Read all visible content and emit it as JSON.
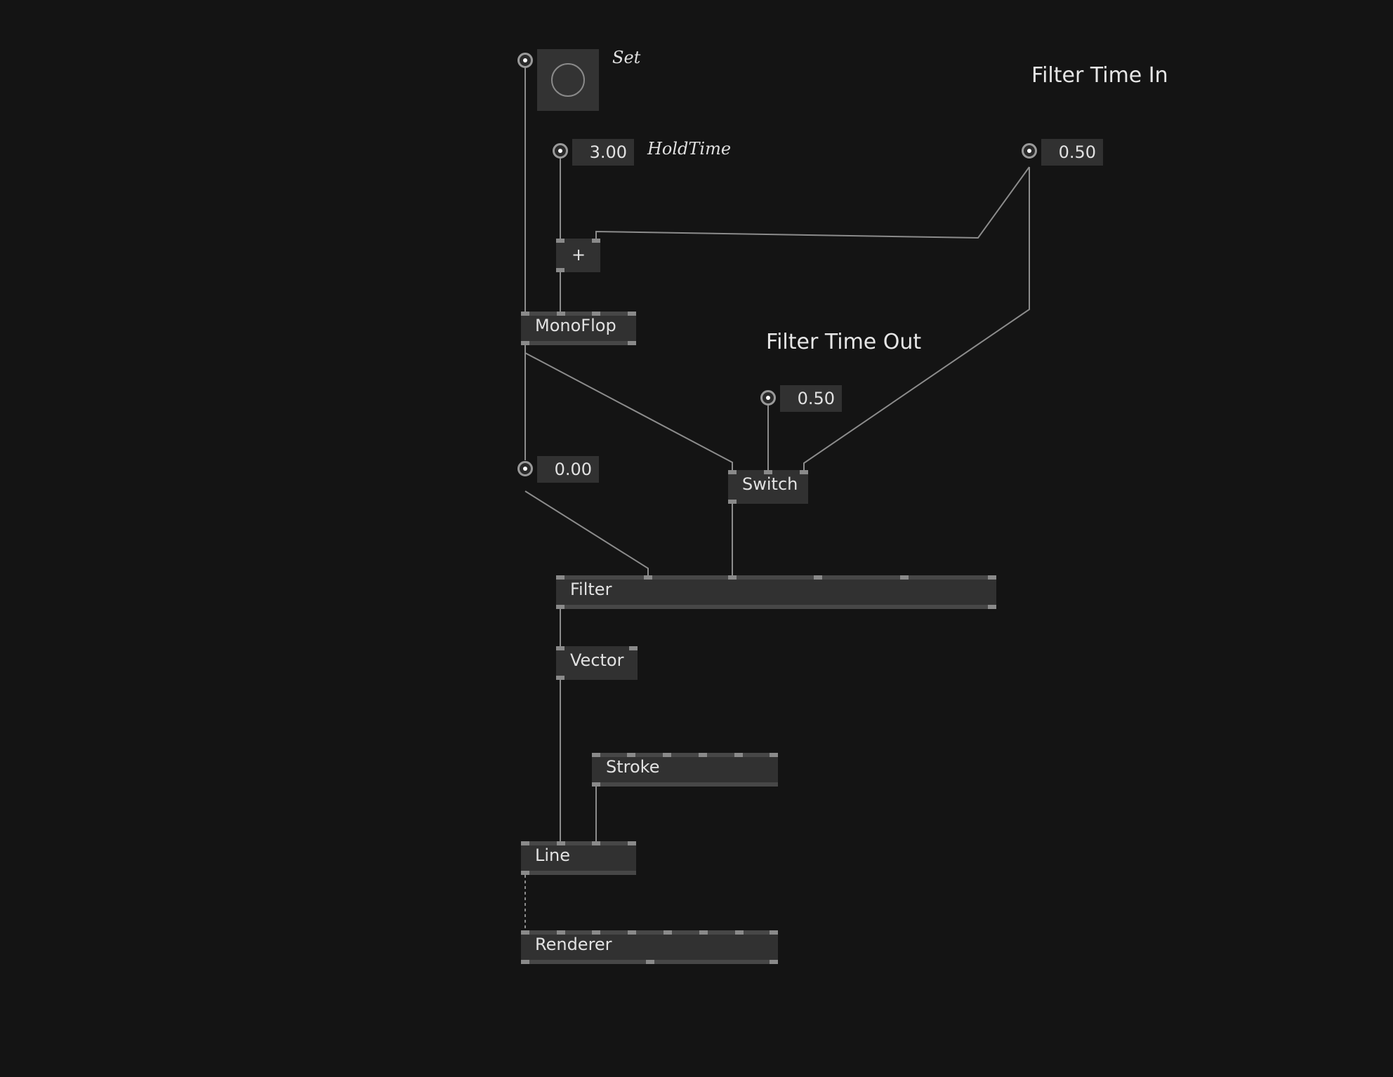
{
  "labels": {
    "set": "Set",
    "hold_time": "HoldTime",
    "filter_time_in": "Filter Time In",
    "filter_time_out": "Filter Time Out"
  },
  "values": {
    "hold_time": "3.00",
    "filter_time_in": "0.50",
    "filter_time_out": "0.50",
    "default": "0.00"
  },
  "nodes": {
    "plus": "+",
    "monoflop": "MonoFlop",
    "switch": "Switch",
    "filter": "Filter",
    "vector": "Vector",
    "stroke": "Stroke",
    "line": "Line",
    "renderer": "Renderer"
  },
  "colors": {
    "background": "#141414",
    "node": "#313131",
    "wire": "#8c8c8c"
  }
}
